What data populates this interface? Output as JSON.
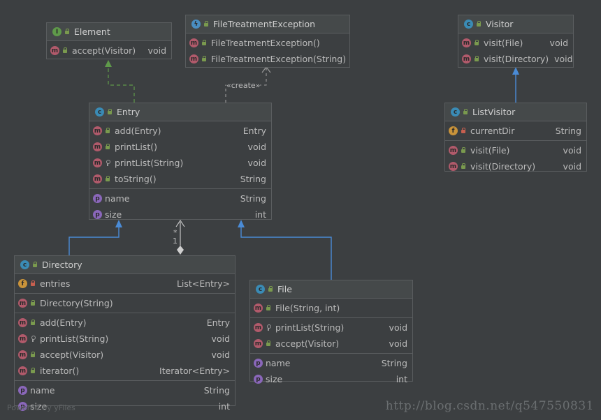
{
  "colors": {
    "background": "#3c3f41",
    "realization": "#5f9a4a",
    "inheritance": "#4a8bd6",
    "dependency": "#9a9a9a"
  },
  "icons": {
    "class": "c-icon",
    "interface": "i-icon",
    "exception": "lightning-icon",
    "method": "m-icon",
    "field": "f-icon",
    "property": "p-icon"
  },
  "classes": {
    "element": {
      "name": "Element",
      "rows": [
        [
          "accept(Visitor)",
          "void"
        ]
      ]
    },
    "exception": {
      "name": "FileTreatmentException",
      "rows": [
        [
          "FileTreatmentException()",
          ""
        ],
        [
          "FileTreatmentException(String)",
          ""
        ]
      ]
    },
    "visitor": {
      "name": "Visitor",
      "rows": [
        [
          "visit(File)",
          "void"
        ],
        [
          "visit(Directory)",
          "void"
        ]
      ]
    },
    "listvisitor": {
      "name": "ListVisitor",
      "fields": [
        [
          "currentDir",
          "String"
        ]
      ],
      "methods": [
        [
          "visit(File)",
          "void"
        ],
        [
          "visit(Directory)",
          "void"
        ]
      ]
    },
    "entry": {
      "name": "Entry",
      "methods": [
        [
          "add(Entry)",
          "Entry"
        ],
        [
          "printList()",
          "void"
        ],
        [
          "printList(String)",
          "void"
        ],
        [
          "toString()",
          "String"
        ]
      ],
      "props": [
        [
          "name",
          "String"
        ],
        [
          "size",
          "int"
        ]
      ]
    },
    "directory": {
      "name": "Directory",
      "fields": [
        [
          "entries",
          "List<Entry>"
        ]
      ],
      "ctors": [
        [
          "Directory(String)",
          ""
        ]
      ],
      "methods": [
        [
          "add(Entry)",
          "Entry"
        ],
        [
          "printList(String)",
          "void"
        ],
        [
          "accept(Visitor)",
          "void"
        ],
        [
          "iterator()",
          "Iterator<Entry>"
        ]
      ],
      "props": [
        [
          "name",
          "String"
        ],
        [
          "size",
          "int"
        ]
      ]
    },
    "file": {
      "name": "File",
      "ctors": [
        [
          "File(String, int)",
          ""
        ]
      ],
      "methods": [
        [
          "printList(String)",
          "void"
        ],
        [
          "accept(Visitor)",
          "void"
        ]
      ],
      "props": [
        [
          "name",
          "String"
        ],
        [
          "size",
          "int"
        ]
      ]
    }
  },
  "labels": {
    "creates": "«create»",
    "mult_many": "*",
    "mult_one": "1"
  },
  "watermark_left": "Powered by yFiles",
  "watermark_right": "http://blog.csdn.net/q547550831"
}
